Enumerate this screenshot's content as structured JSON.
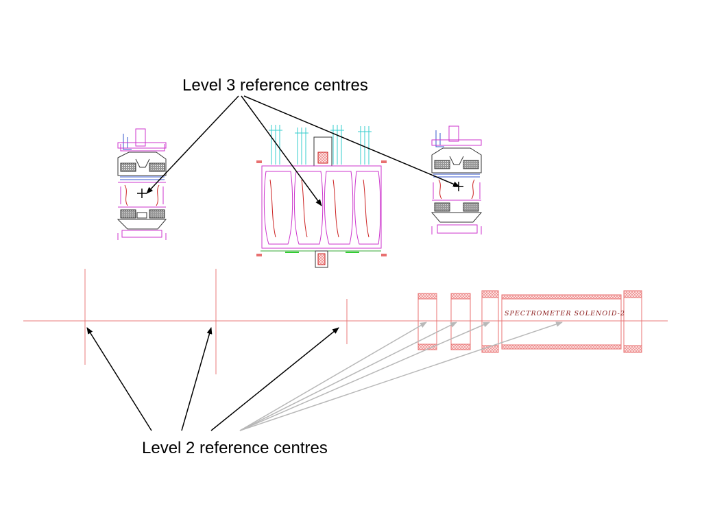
{
  "labels": {
    "level3": "Level 3 reference centres",
    "level2": "Level 2 reference centres",
    "solenoid": "SPECTROMETER SOLENOID-2"
  },
  "colors": {
    "text": "#000000",
    "arrow_level3": "#000000",
    "arrow_level2_black": "#000000",
    "arrow_level2_grey": "#b8b8b8",
    "beamline": "#e87878",
    "coil_hatch": "#e87070",
    "cad_cyan": "#33cccc",
    "cad_magenta": "#cc33cc",
    "cad_red": "#cc2222"
  }
}
